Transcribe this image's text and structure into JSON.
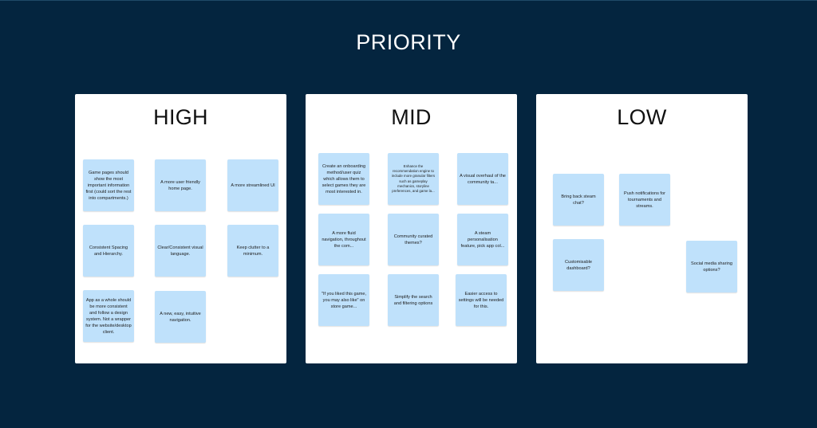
{
  "title": "PRIORITY",
  "boards": {
    "high": {
      "title": "HIGH",
      "notes": [
        "Game pages should show the most important information first (could sort the rest into compartments.)",
        "A more user friendly home page.",
        "A more streamlined UI",
        "Consistent Spacing and Hierarchy.",
        "Clear/Consistent visual language.",
        "Keep clutter to a minimum.",
        "App as a whole should be more consistent and follow a design system. Not a wrapper for the website/desktop client.",
        "A new, easy, intuitive navigation."
      ]
    },
    "mid": {
      "title": "MID",
      "notes": [
        "Create an onboarding method/user quiz which allows them to select games they are most interested in.",
        "Enhance the recommendation engine to include more granular filters such as gameplay mechanics, storyline preferences, and game la...",
        "A visual overhaul of the  community  ta...",
        "A more fluid navigation, throughout the com...",
        "Community curated themes?",
        "A steam personalisation feature, pick app col...",
        "\"If you liked this game, you may also like\" on store game...",
        "Simplify the search and filtering options",
        "Easier access to settings will be needed for this."
      ]
    },
    "low": {
      "title": "LOW",
      "notes": [
        "Bring back steam chat?",
        "Push notifications for tournaments and streams.",
        "Customisable dashboard?",
        "Social media sharing options?"
      ]
    }
  },
  "colors": {
    "background": "#04253f",
    "board": "#ffffff",
    "sticky_note": "#bfe1fb"
  }
}
